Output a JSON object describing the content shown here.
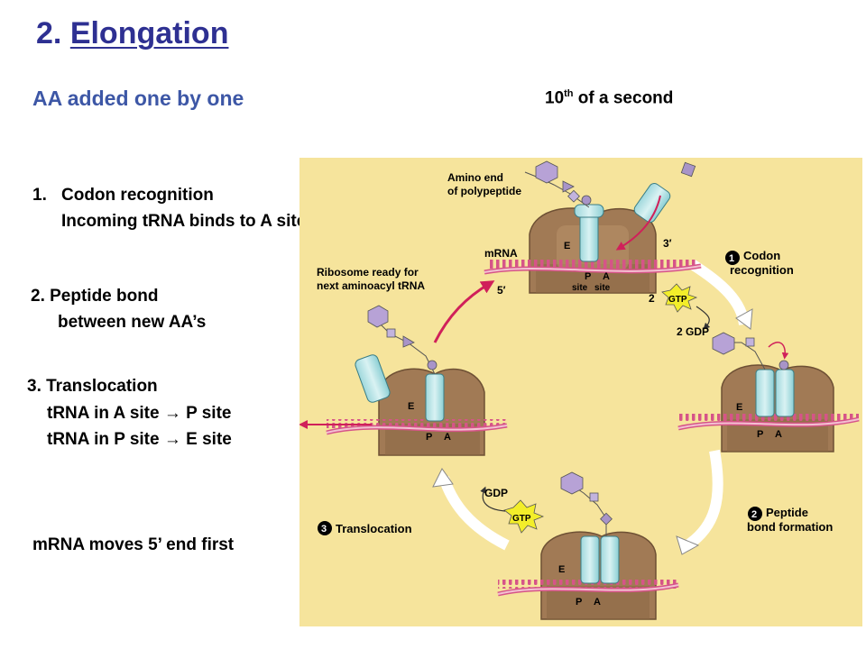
{
  "slide": {
    "title_num": "2. ",
    "title_word": "Elongation",
    "subtitle": "AA added one by one",
    "timing_prefix": "10",
    "timing_sup": "th",
    "timing_suffix": " of a second"
  },
  "steps": {
    "s1_num": "1.",
    "s1_title": "Codon recognition",
    "s1_detail": "Incoming tRNA binds to A site",
    "s2_title": "2. Peptide bond",
    "s2_detail": "between new AA’s",
    "s3_title": "3. Translocation",
    "s3_line1_left": "tRNA in A site",
    "s3_line1_right": "P site",
    "s3_line2_left": "tRNA in P site",
    "s3_line2_right": "E site",
    "arrow_glyph": "→",
    "note": "mRNA moves 5’ end first"
  },
  "diagram": {
    "background": "#f6e49c",
    "amino_end": [
      "Amino end",
      "of polypeptide"
    ],
    "mrna": "mRNA",
    "three_prime": "3′",
    "five_prime": "5′",
    "ribosome_ready": [
      "Ribosome ready for",
      "next aminoacyl tRNA"
    ],
    "sites": {
      "e": "E",
      "p": "P",
      "a": "A",
      "site": "site"
    },
    "stage1_num": "1",
    "stage1_label": [
      "Codon",
      "recognition"
    ],
    "stage2_num": "2",
    "stage2_label": [
      "Peptide",
      "bond formation"
    ],
    "stage3_num": "3",
    "stage3_label": "Translocation",
    "gtp": "GTP",
    "gdp": "GDP",
    "two": "2",
    "two_gdp": "2 GDP"
  }
}
